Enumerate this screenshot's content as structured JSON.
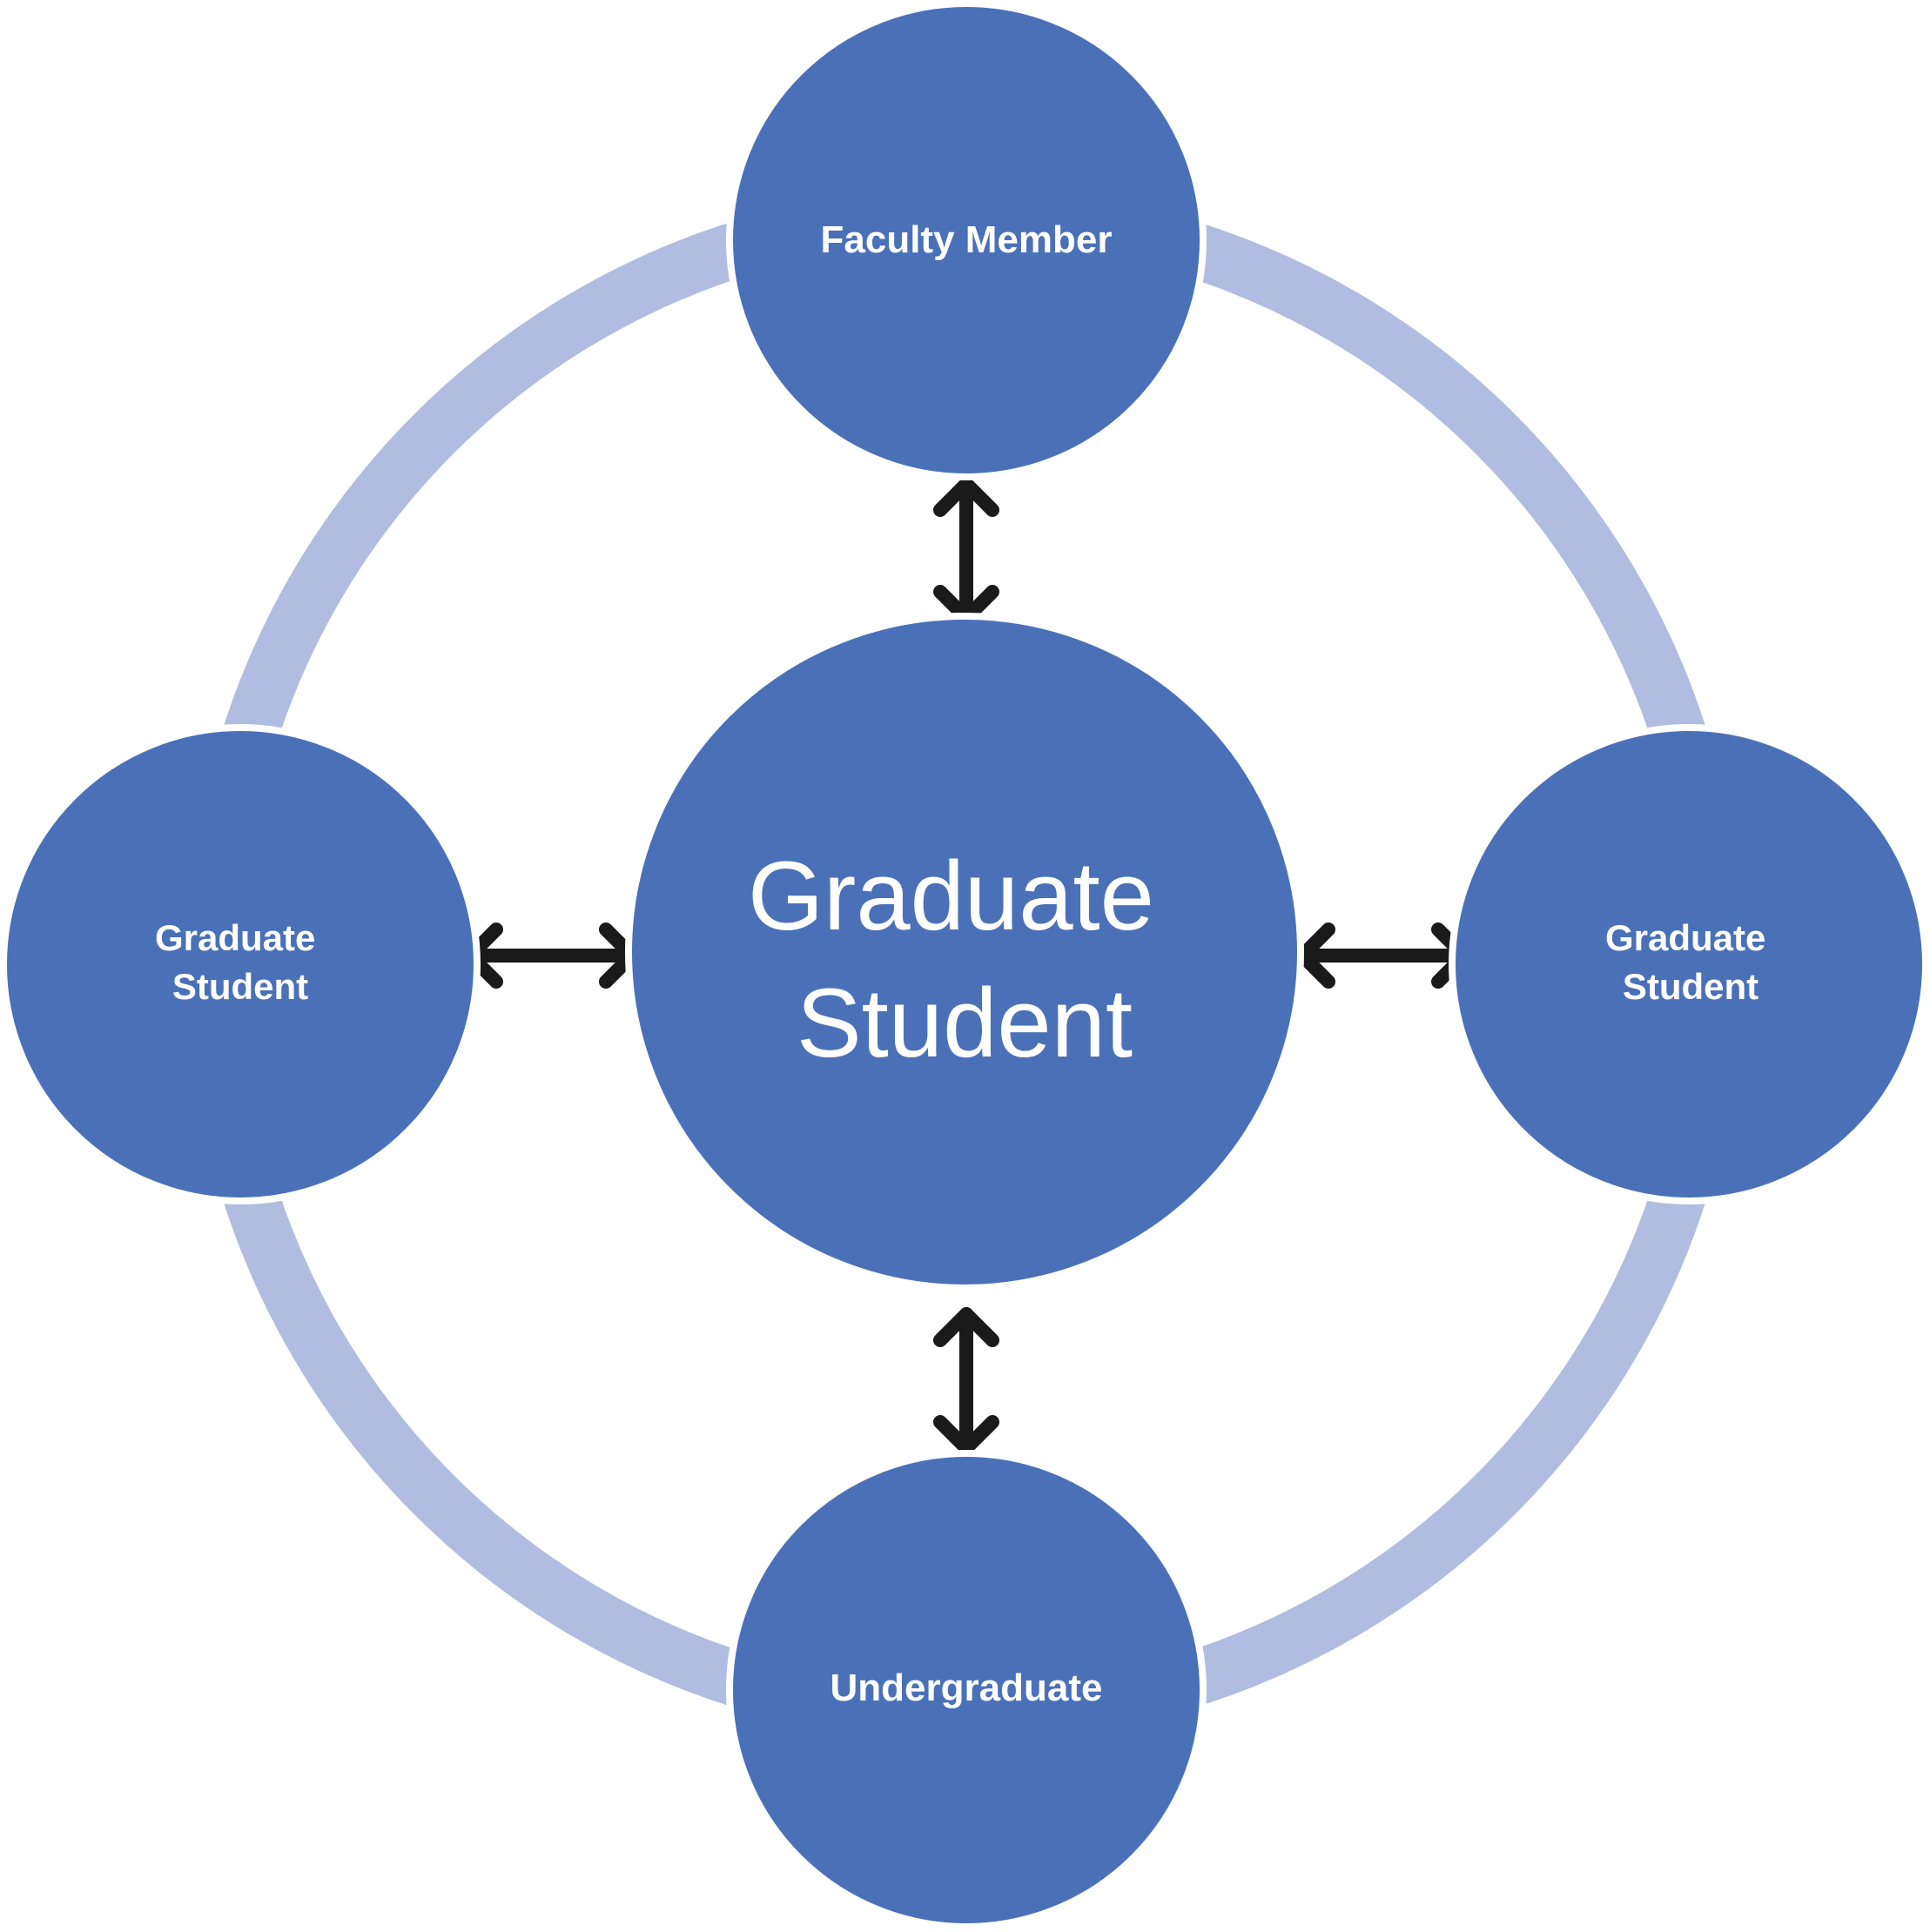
{
  "colors": {
    "node_fill": "#4A71B8",
    "node_border": "#ffffff",
    "ring": "#B0BDE0",
    "arrow": "#1a1a1a",
    "text": "#ffffff",
    "background": "#ffffff"
  },
  "center": {
    "lines": [
      "Graduate",
      "Student"
    ]
  },
  "nodes": {
    "top": {
      "lines": [
        "Faculty Member"
      ]
    },
    "left": {
      "lines": [
        "Graduate",
        "Student"
      ]
    },
    "right": {
      "lines": [
        "Graduate",
        "Student"
      ]
    },
    "bottom": {
      "lines": [
        "Undergraduate"
      ]
    }
  },
  "connections": [
    {
      "from": "center",
      "to": "top",
      "direction": "both"
    },
    {
      "from": "center",
      "to": "left",
      "direction": "both"
    },
    {
      "from": "center",
      "to": "right",
      "direction": "both"
    },
    {
      "from": "center",
      "to": "bottom",
      "direction": "both"
    }
  ]
}
